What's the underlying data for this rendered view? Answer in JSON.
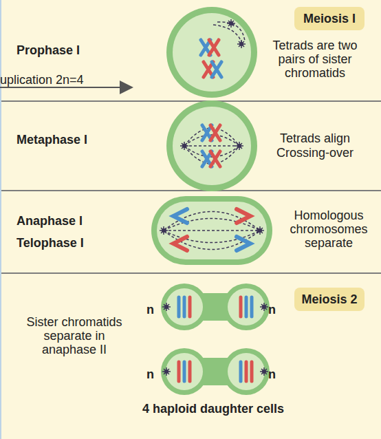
{
  "diagram": {
    "nodes": [
      {
        "text": [
          "Meiosis I"
        ]
      },
      {
        "text": [
          "Meiosis 2"
        ]
      }
    ],
    "labels": [
      "Prophase I",
      "uplication 2n=4",
      "Tetrads are two pairs of sister chromatids",
      "Metaphase I",
      "Tetrads align",
      "Crossing-over",
      "Anaphase I",
      "Telophase I",
      "Homologous chromosomes separate",
      "n",
      "n",
      "n",
      "n",
      "Sister chromatids separate in anaphase II",
      "4 haploid daughter cells"
    ]
  }
}
